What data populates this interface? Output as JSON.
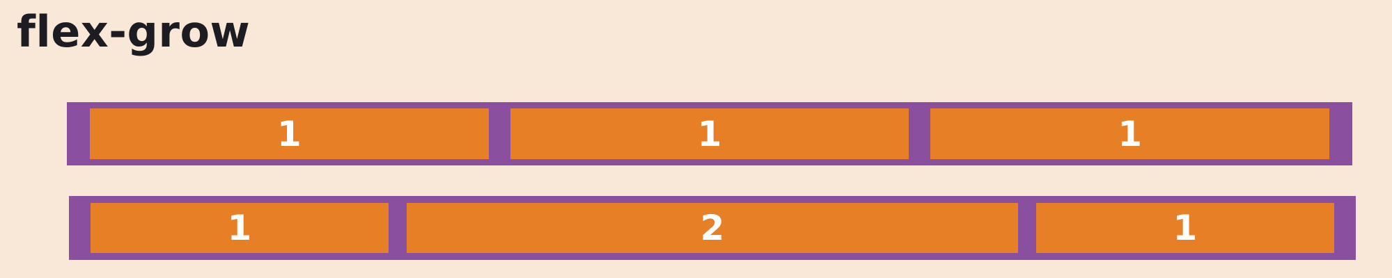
{
  "title": "flex-grow",
  "colors": {
    "background": "#f9e7d7",
    "container": "#8a4f9e",
    "item": "#e67f25",
    "item_text": "#ffffff",
    "title_text": "#1c1c22"
  },
  "rows": [
    {
      "items": [
        {
          "label": "1"
        },
        {
          "label": "1"
        },
        {
          "label": "1"
        }
      ]
    },
    {
      "items": [
        {
          "label": "1"
        },
        {
          "label": "2"
        },
        {
          "label": "1"
        }
      ]
    }
  ]
}
